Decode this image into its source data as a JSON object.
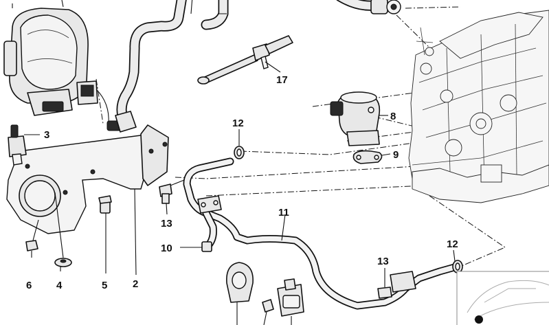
{
  "labels": {
    "l3": "3",
    "l17": "17",
    "l8": "8",
    "l12a": "12",
    "l9": "9",
    "l13a": "13",
    "l10": "10",
    "l11": "11",
    "l6": "6",
    "l4": "4",
    "l5": "5",
    "l2": "2",
    "l13b": "13",
    "l12b": "12"
  }
}
